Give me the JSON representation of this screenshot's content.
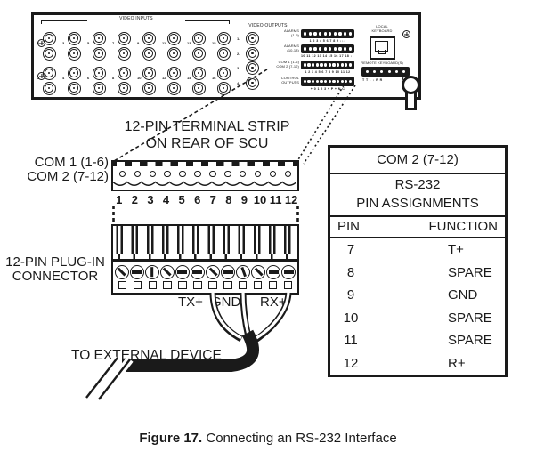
{
  "figure": {
    "label": "Figure 17.",
    "title": "Connecting an RS-232 Interface"
  },
  "rack": {
    "video_inputs_label": "VIDEO INPUTS",
    "video_outputs_label": "VIDEO OUTPUTS",
    "video_input_count": 32,
    "video_input_numbers_top": [
      "1",
      "3",
      "5",
      "7",
      "9",
      "11",
      "13",
      "15"
    ],
    "video_input_numbers_bottom": [
      "2",
      "4",
      "6",
      "8",
      "10",
      "12",
      "14",
      "16"
    ],
    "video_output_numbers": [
      "1",
      "2",
      "3",
      "4"
    ],
    "strips": [
      {
        "label": "ALARMS\n(1-9)",
        "pins": 10,
        "numbers": "1 2 3 4 5 6 7 8 9 ↓↓↓"
      },
      {
        "label": "ALARMS\n(10-18)",
        "pins": 10,
        "numbers": "10 11 12 13 14 15 16 17 18 ↓↓"
      },
      {
        "label": "COM 1 (1-6)\nCOM 2 (7-12)",
        "pins": 12,
        "numbers": "1 2 3 4 5 6 7 8 9 10 11 12"
      },
      {
        "label": "CONTROL\nOUTPUTS",
        "pins": 12,
        "numbers": "+ 0 1 2 3 + P + N C"
      }
    ],
    "local_keyboard_label": "LOCAL\nKEYBOARD",
    "remote_keyboard_label": "REMOTE KEYBOARD(S)",
    "remote_keyboard_pins": 6,
    "remote_keyboard_symbols": "T T ↓ ↓ R R"
  },
  "callout": {
    "line1": "12-PIN TERMINAL STRIP",
    "line2": "ON REAR OF SCU"
  },
  "com_labels": {
    "com1": "COM 1 (1-6)",
    "com2": "COM 2 (7-12)"
  },
  "terminal_strip": {
    "pin_count": 12,
    "pin_numbers": [
      "1",
      "2",
      "3",
      "4",
      "5",
      "6",
      "7",
      "8",
      "9",
      "10",
      "11",
      "12"
    ]
  },
  "plug_connector": {
    "label_line1": "12-PIN PLUG-IN",
    "label_line2": "CONNECTOR",
    "positions": 12
  },
  "wires": [
    {
      "label": "TX+"
    },
    {
      "label": "GND"
    },
    {
      "label": "RX+"
    }
  ],
  "external_device_label": "TO EXTERNAL DEVICE",
  "table": {
    "header": "COM 2 (7-12)",
    "subheader_line1": "RS-232",
    "subheader_line2": "PIN ASSIGNMENTS",
    "col_pin": "PIN",
    "col_function": "FUNCTION",
    "rows": [
      {
        "pin": "7",
        "function": "T+"
      },
      {
        "pin": "8",
        "function": "SPARE"
      },
      {
        "pin": "9",
        "function": "GND"
      },
      {
        "pin": "10",
        "function": "SPARE"
      },
      {
        "pin": "11",
        "function": "SPARE"
      },
      {
        "pin": "12",
        "function": "R+"
      }
    ]
  },
  "colors": {
    "ink": "#1a1a1a",
    "paper": "#ffffff"
  }
}
